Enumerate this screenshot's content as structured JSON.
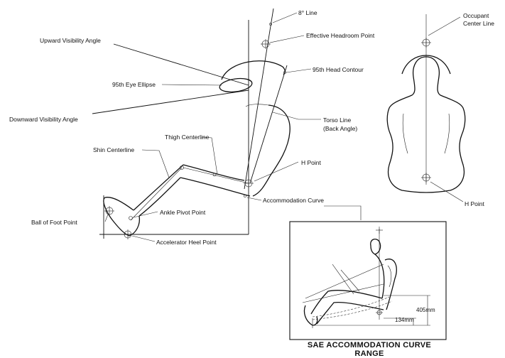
{
  "labels": {
    "line_8deg": "8° Line",
    "effective_headroom_point": "Effective Headroom Point",
    "upward_visibility_angle": "Upward Visibility Angle",
    "head_contour_95th": "95th Head Contour",
    "eye_ellipse_95th": "95th Eye Ellipse",
    "downward_visibility_angle": "Downward Visibility Angle",
    "torso_line": "Torso Line",
    "back_angle": "(Back Angle)",
    "thigh_centerline": "Thigh Centerline",
    "shin_centerline": "Shin Centerline",
    "h_point": "H Point",
    "accommodation_curve": "Accommodation Curve",
    "ball_of_foot_point": "Ball of Foot Point",
    "ankle_pivot_point": "Ankle Pivot Point",
    "accelerator_heel_point": "Accelerator Heel Point",
    "occupant_center_line_1": "Occupant",
    "occupant_center_line_2": "Center Line",
    "h_point_front": "H Point"
  },
  "inset": {
    "title": "SAE ACCOMMODATION CURVE RANGE",
    "dim_405": "405mm",
    "dim_134": "134mm"
  }
}
